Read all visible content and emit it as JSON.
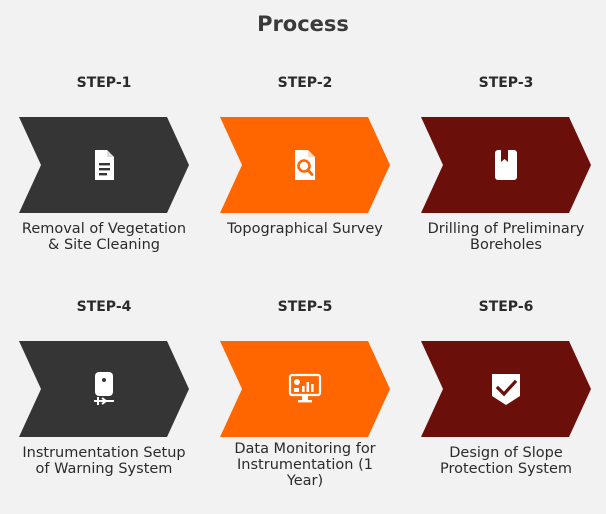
{
  "title": "Process",
  "steps": [
    {
      "label": "STEP-1",
      "desc": "Removal of Vegetation & Site Cleaning",
      "color": "#353535",
      "icon": "document-icon"
    },
    {
      "label": "STEP-2",
      "desc": "Topographical Survey",
      "color": "#ff6600",
      "icon": "file-search-icon"
    },
    {
      "label": "STEP-3",
      "desc": "Drilling of Preliminary Boreholes",
      "color": "#6b0f0a",
      "icon": "bookmark-icon"
    },
    {
      "label": "STEP-4",
      "desc": "Instrumentation Setup of Warning System",
      "color": "#353535",
      "icon": "device-arrow-icon"
    },
    {
      "label": "STEP-5",
      "desc": "Data Monitoring for Instrumentation (1 Year)",
      "color": "#ff6600",
      "icon": "monitor-chart-icon"
    },
    {
      "label": "STEP-6",
      "desc": "Design of Slope Protection System",
      "color": "#6b0f0a",
      "icon": "shield-check-icon"
    }
  ]
}
